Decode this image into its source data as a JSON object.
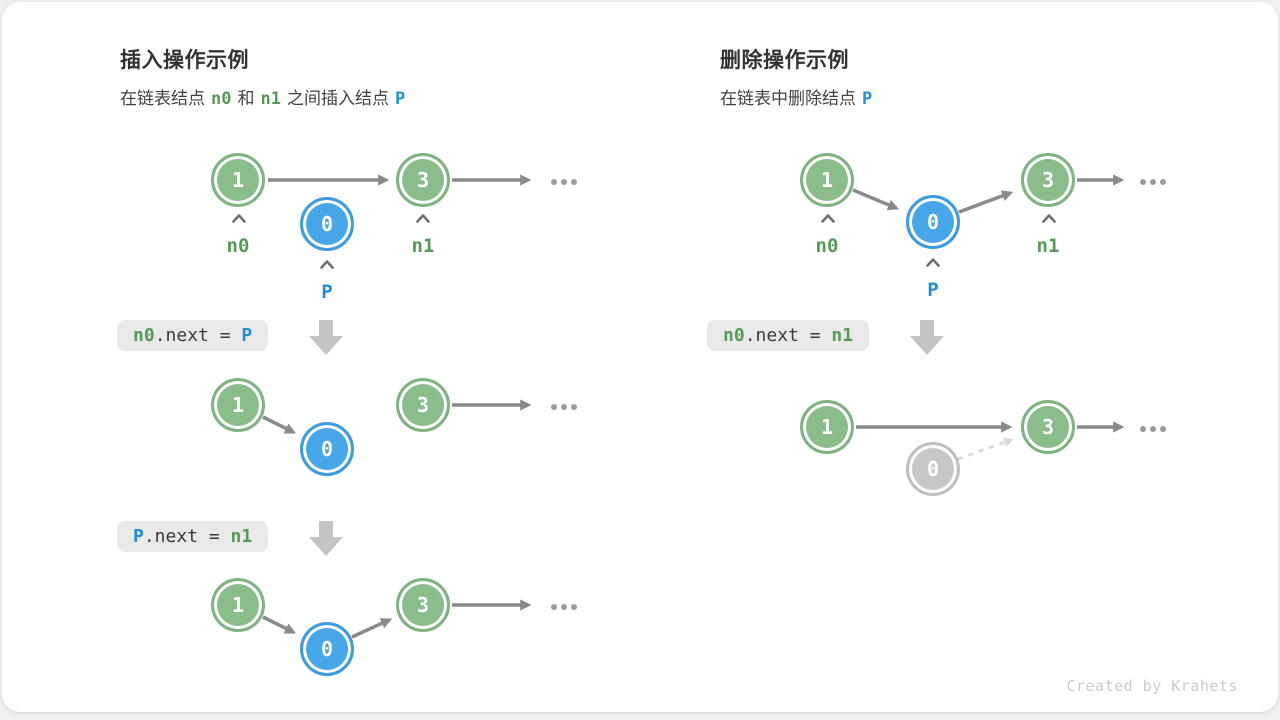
{
  "insert_panel": {
    "title": "插入操作示例",
    "subtitle": {
      "part1": "在链表结点",
      "n0": "n0",
      "part2": "和",
      "n1": "n1",
      "part3": "之间插入结点",
      "p": "P"
    },
    "code_step1": {
      "lhs": "n0",
      "op": ".next = ",
      "rhs": "P"
    },
    "code_step2": {
      "lhs": "P",
      "op": ".next = ",
      "rhs": "n1"
    }
  },
  "delete_panel": {
    "title": "删除操作示例",
    "subtitle": {
      "part1": "在链表中删除结点",
      "p": "P"
    },
    "code_step1": {
      "lhs": "n0",
      "op": ".next = ",
      "rhs": "n1"
    }
  },
  "node_values": {
    "v1": "1",
    "v0": "0",
    "v3": "3"
  },
  "pointer_labels": {
    "n0": "n0",
    "n1": "n1",
    "p": "P"
  },
  "footer": {
    "credit": "Created by Krahets"
  },
  "colors": {
    "node_green": "#8ABC8C",
    "node_blue": "#46A6E8",
    "node_gray": "#C7C7C7",
    "arrow_gray": "#8A8A8A",
    "arrow_dashed": "#D9D9D9",
    "code_box_bg": "#E9E9E9",
    "token_green": "#579A57",
    "token_blue": "#1E90D6",
    "block_arrow": "#C4C4C4",
    "card_bg": "#FFFFFF",
    "page_bg": "#EEF0F1"
  }
}
